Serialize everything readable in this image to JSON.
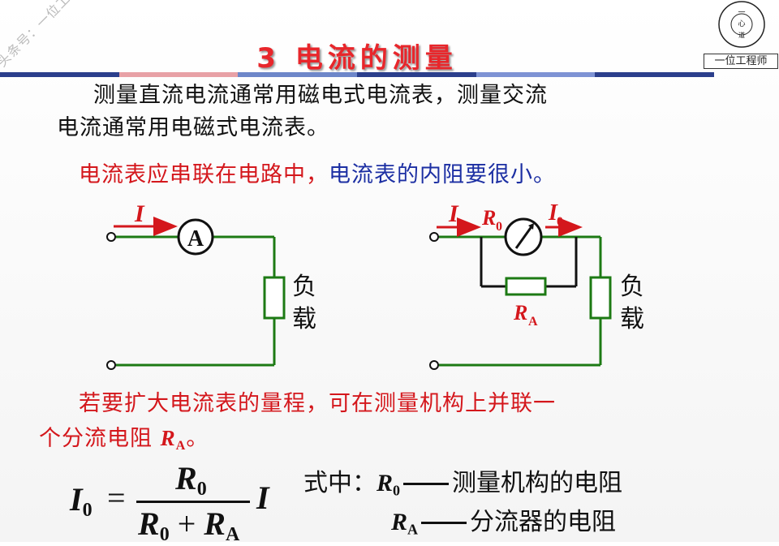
{
  "title": "3  电流的测量",
  "watermark": "头条号：一位工程师",
  "logo": {
    "caption": "一位工程师",
    "seal_lines": [
      "一",
      "心",
      "道"
    ]
  },
  "colors": {
    "bar": [
      "#2b3f8c",
      "#e8a1a6",
      "#6e87c9",
      "#2b3f8c",
      "#7e93d4",
      "#2b3f8c"
    ],
    "red": "#d4171c",
    "blue": "#1c2fa3",
    "wire": "#1d7a14"
  },
  "intro": {
    "line1": "测量直流电流通常用磁电式电流表，测量交流",
    "line2": "电流通常用电磁式电流表。"
  },
  "rule": {
    "part1": "电流表应串联在电路中，",
    "part2": "电流表的内阻要很小。"
  },
  "circuit1": {
    "current": "I",
    "meter": "A",
    "load": [
      "负",
      "载"
    ]
  },
  "circuit2": {
    "current": "I",
    "r0": "R",
    "r0_sub": "0",
    "i0": "I",
    "i0_sub": "0",
    "ra": "R",
    "ra_sub": "A",
    "load": [
      "负",
      "载"
    ]
  },
  "extend": {
    "line1": "若要扩大电流表的量程，可在测量机构上并联一",
    "line2_pre": "个分流电阻 ",
    "ra": "R",
    "ra_sub": "A",
    "line2_post": "。"
  },
  "formula": {
    "lhs": "I",
    "lhs_sub": "0",
    "eq": "=",
    "num": "R",
    "num_sub": "0",
    "den_a": "R",
    "den_a_sub": "0",
    "plus": "+",
    "den_b": "R",
    "den_b_sub": "A",
    "tail": "I"
  },
  "legend": {
    "prefix": "式中：",
    "r0": "R",
    "r0_sub": "0",
    "r0_desc": "测量机构的电阻",
    "ra": "R",
    "ra_sub": "A",
    "ra_desc": "分流器的电阻"
  }
}
